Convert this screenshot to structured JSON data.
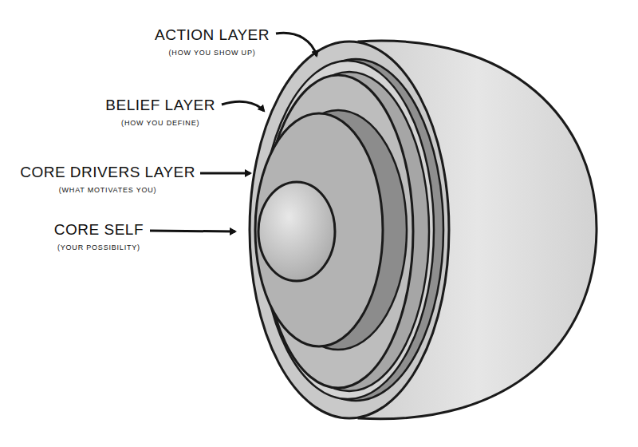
{
  "diagram": {
    "labels": [
      "ACTION LAYER",
      "(HOW YOU SHOW UP)",
      "BELIEF LAYER",
      "(HOW YOU DEFINE)",
      "CORE DRIVERS LAYER",
      "(WHAT MOTIVATES YOU)",
      "CORE SELF",
      "(YOUR POSSIBILITY)"
    ]
  }
}
